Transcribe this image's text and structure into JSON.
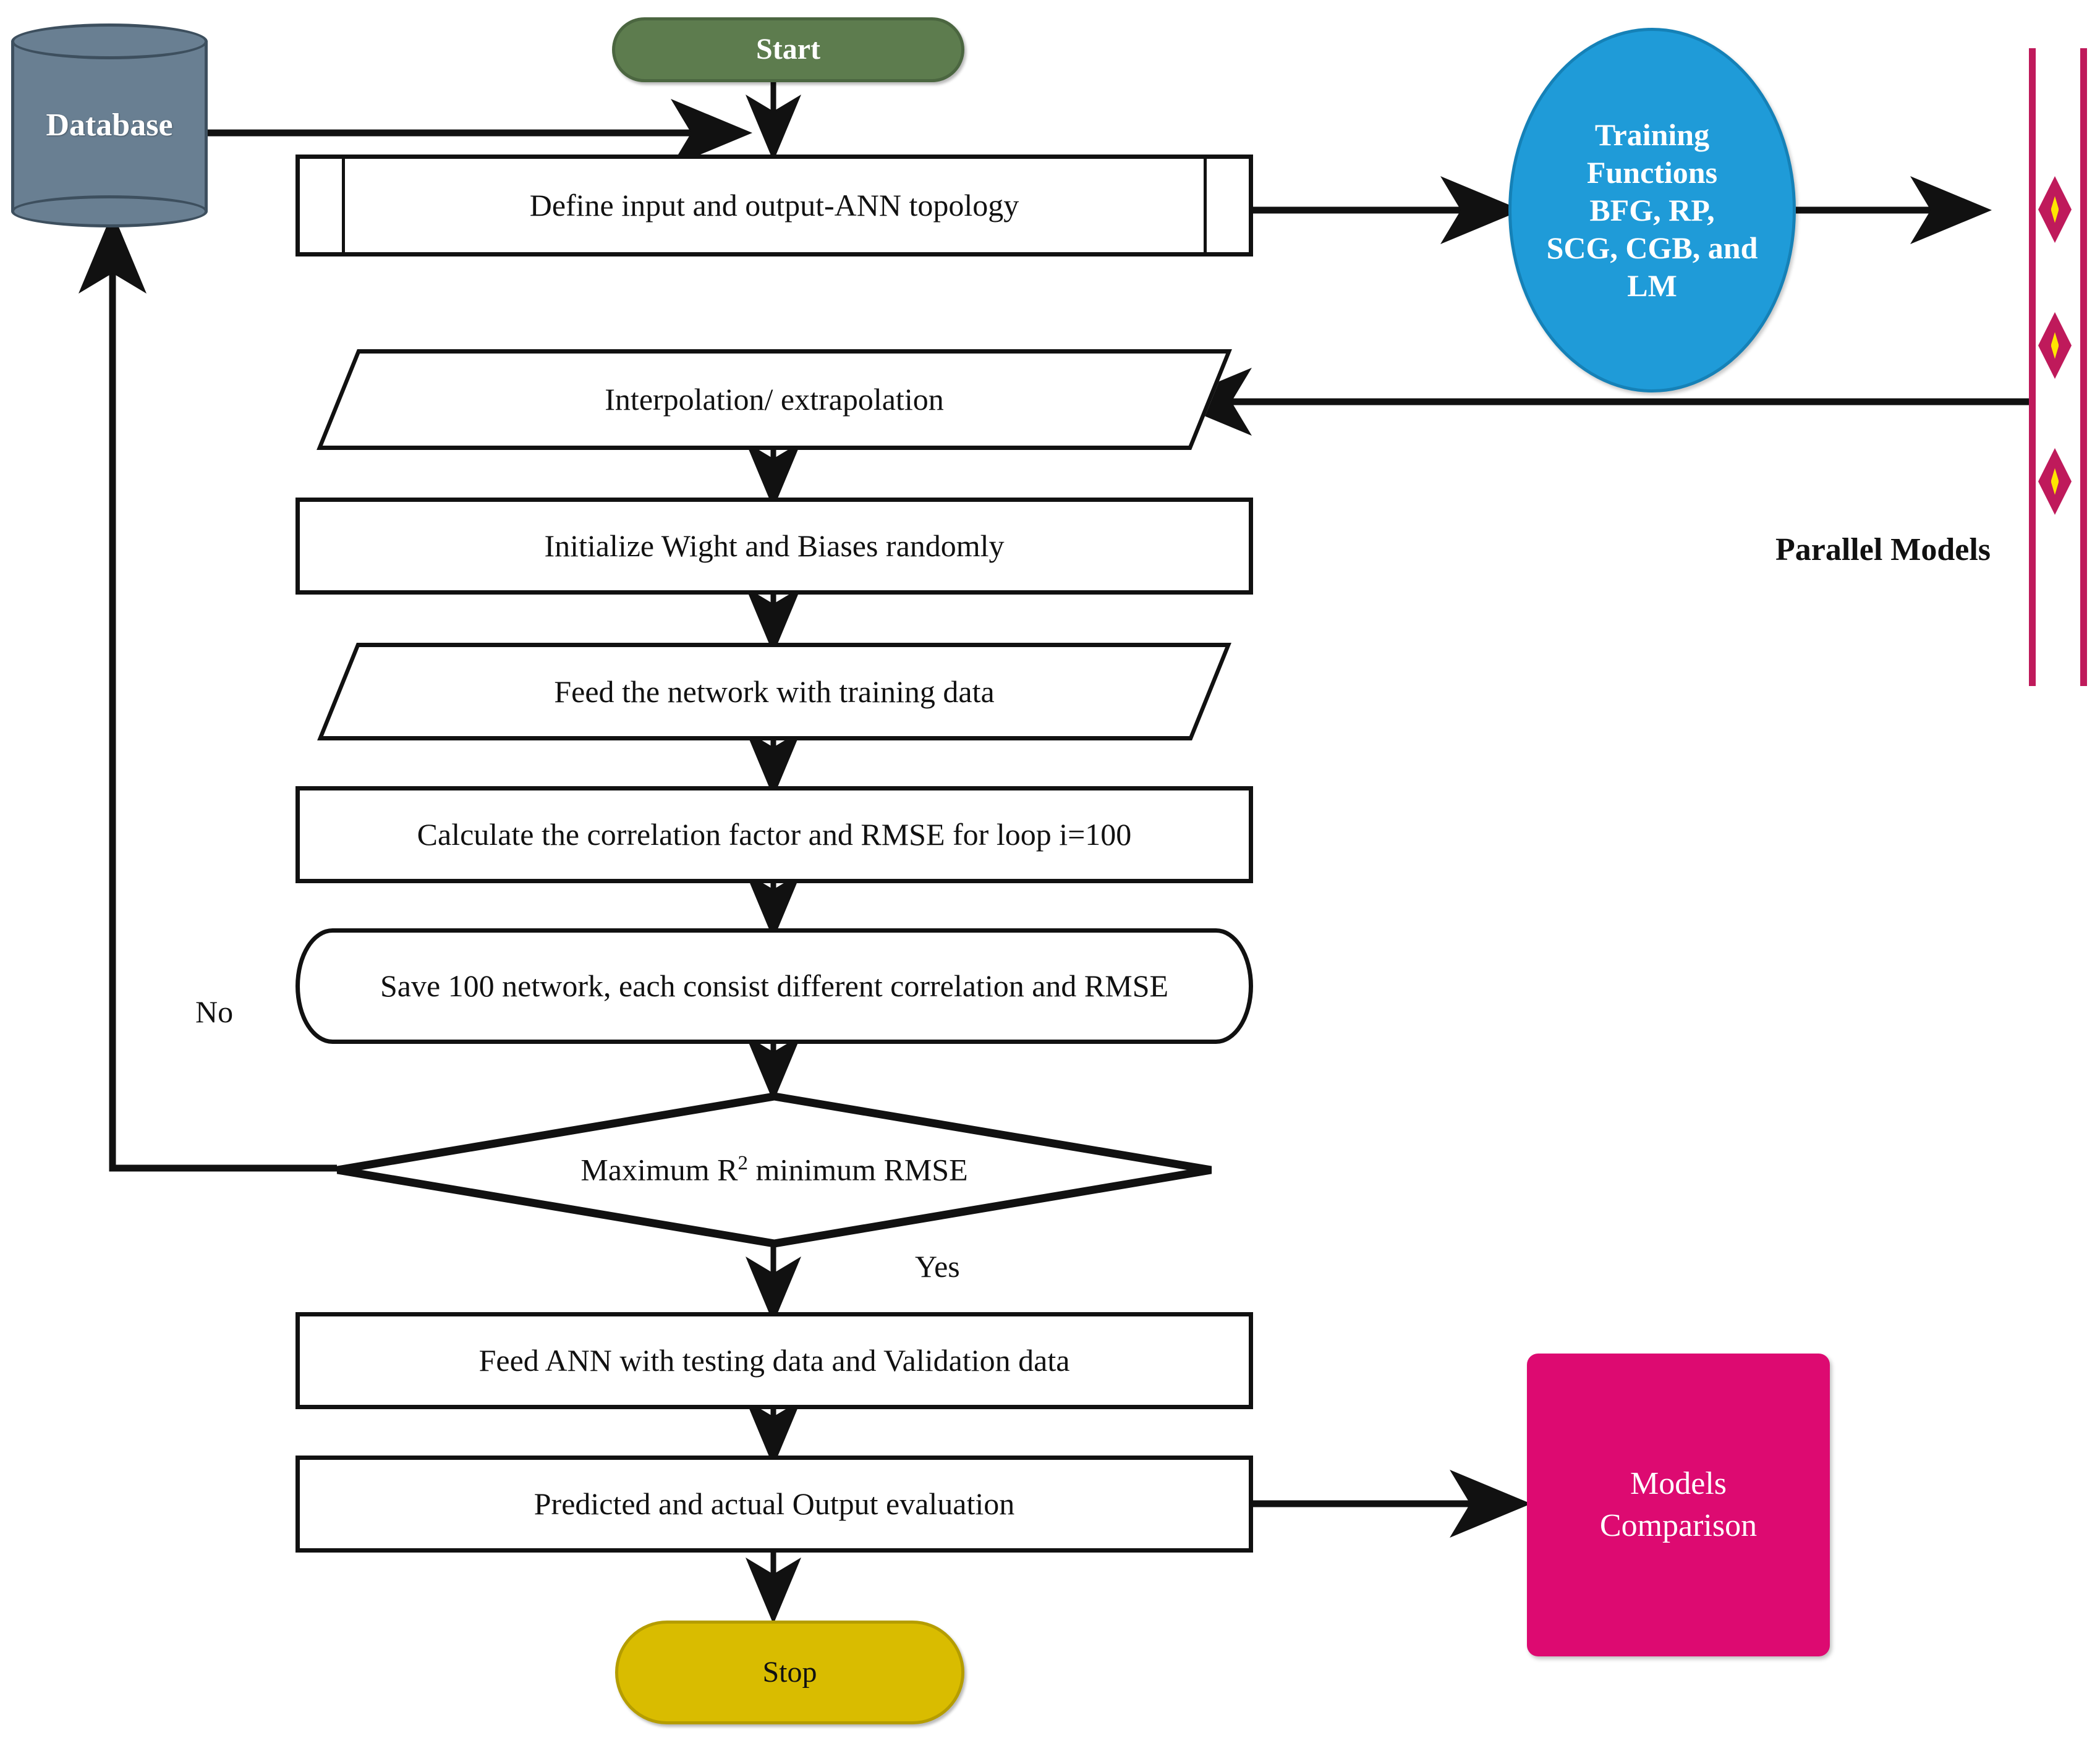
{
  "diagram": {
    "title": "ANN modelling workflow flowchart",
    "colors": {
      "start_fill": "#5d7c4e",
      "stop_fill": "#d9bc00",
      "database_fill": "#697f92",
      "training_ellipse_fill": "#1f9bd8",
      "models_comparison_fill": "#dd0a71",
      "parallel_rail": "#bf1a5b",
      "diamond_center": "#ffe600",
      "line": "#111111"
    }
  },
  "nodes": {
    "database": {
      "label": "Database",
      "shape": "cylinder"
    },
    "start": {
      "label": "Start",
      "shape": "terminator"
    },
    "define_topology": {
      "label": "Define input and output-ANN topology",
      "shape": "predefined-process"
    },
    "training_functions": {
      "line1": "Training",
      "line2": "Functions",
      "line3": "BFG, RP,",
      "line4": "SCG, CGB, and",
      "line5": "LM",
      "shape": "ellipse"
    },
    "interpolation": {
      "label": "Interpolation/ extrapolation",
      "shape": "parallelogram"
    },
    "initialize_weights": {
      "label": "Initialize Wight and Biases randomly",
      "shape": "process"
    },
    "feed_training": {
      "label": "Feed the network with training data",
      "shape": "parallelogram"
    },
    "calculate_metrics": {
      "label": "Calculate the correlation factor and RMSE for loop i=100",
      "shape": "process"
    },
    "save_networks": {
      "label": "Save 100 network, each consist different correlation and RMSE",
      "shape": "stored-data"
    },
    "decision": {
      "prefix": "Maximum R",
      "superscript": "2",
      "suffix": " minimum RMSE",
      "shape": "decision"
    },
    "feed_testing": {
      "label": "Feed ANN with testing data and Validation data",
      "shape": "process"
    },
    "evaluate_output": {
      "label": "Predicted and actual Output evaluation",
      "shape": "process"
    },
    "stop": {
      "label": "Stop",
      "shape": "terminator"
    },
    "models_comparison": {
      "line1": "Models",
      "line2": "Comparison",
      "shape": "rounded-rectangle"
    }
  },
  "labels": {
    "no": "No",
    "yes": "Yes",
    "parallel_models": "Parallel Models"
  },
  "parallel_models": {
    "diamond_count": 3
  }
}
